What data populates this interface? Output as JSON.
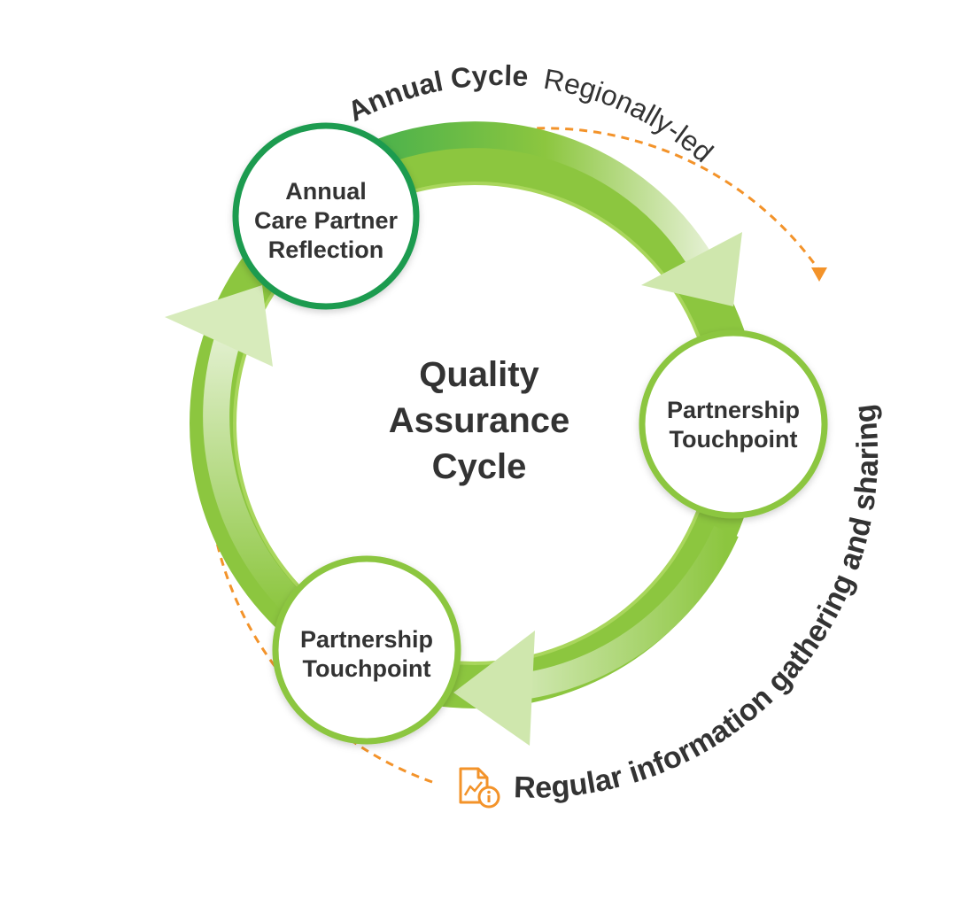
{
  "center": {
    "line1": "Quality",
    "line2": "Assurance",
    "line3": "Cycle"
  },
  "nodes": {
    "annual": {
      "line1": "Annual",
      "line2": "Care Partner",
      "line3": "Reflection"
    },
    "touchpoint_right": {
      "line1": "Partnership",
      "line2": "Touchpoint"
    },
    "touchpoint_left": {
      "line1": "Partnership",
      "line2": "Touchpoint"
    }
  },
  "outer_labels": {
    "annual_cycle": "Annual Cycle",
    "regionally_led": "Regionally-led",
    "regular_info": "Regular information gathering and sharing"
  },
  "icons": {
    "info_doc": "document-info-icon"
  },
  "colors": {
    "ring_green": "#8cc63f",
    "ring_light": "#c9e4a4",
    "dark_green": "#1e9b4f",
    "node_stroke": "#8cc63f",
    "orange": "#f3932a",
    "text": "#333333"
  }
}
